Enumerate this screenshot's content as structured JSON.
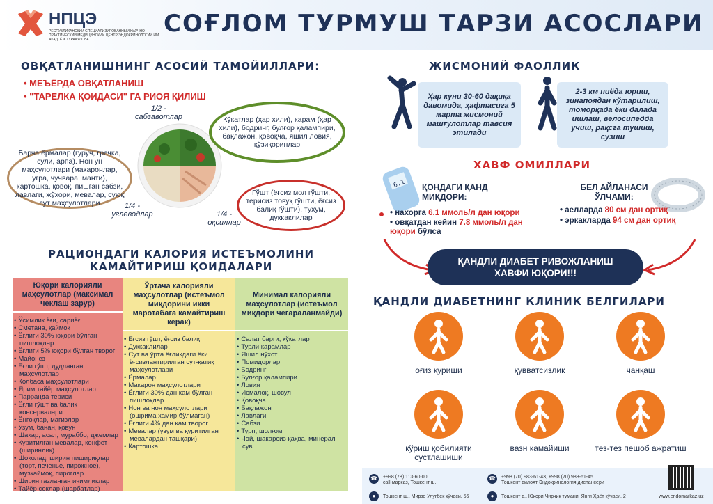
{
  "header": {
    "logo_text": "НПЦЭ",
    "logo_subtitle": "РЕСПУБЛИКАНСКИЙ СПЕЦИАЛИЗИРОВАННЫЙ НАУЧНО-ПРАКТИЧЕСКИЙ МЕДИЦИНСКИЙ ЦЕНТР ЭНДОКРИНОЛОГИИ ИМ. АКАД. Ё.Х.ТУРАКУЛОВА",
    "title": "СОҒЛОМ ТУРМУШ ТАРЗИ АСОСЛАРИ"
  },
  "nutrition": {
    "title": "ОВҚАТЛАНИШНИНГ АСОСИЙ ТАМОЙИЛЛАРИ:",
    "bullets": [
      "МЕЪЁРДА ОВҚАТЛАНИШ",
      "\"ТАРЕЛКА ҚОИДАСИ\" ГА РИОЯ ҚИЛИШ"
    ],
    "half_label": "1/2 - сабзавотлар",
    "quarter_carb_label": "1/4 - углеводлар",
    "quarter_protein_label": "1/4 - оқсиллар",
    "veg_text": "Кўкатлар (ҳар хили), карам (ҳар хили), бодринг, булғор қалампири, бақлажон, қовоқча, яшил ловия, қўзиқоринлар",
    "carb_text": "Барча ёрмалар (гуруч, гречка, сули, арпа). Нон ун маҳсулотлари (макаронлар, угра, чучвара, манти), картошка, қовоқ, пишган сабзи, лавлаги, жўхори, мевалар, суюқ сут маҳсулотлари",
    "protein_text": "Гўшт (ёғсиз мол гўшти, терисиз товуқ гўшти, ёғсиз балиқ гўшти), тухум, дуккаклилар"
  },
  "calories": {
    "title_line1": "РАЦИОНДАГИ КАЛОРИЯ ИСТЕЪМОЛИНИ",
    "title_line2": "КАМАЙТИРИШ ҚОИДАЛАРИ",
    "columns": [
      {
        "header": "Юқори калорияли маҳсулотлар (максимал чеклаш зарур)",
        "color": "#e8857f",
        "items": [
          "Ўсимлик ёғи, сариёғ",
          "Сметана, қаймоқ",
          "Ёғлиги 30% юқори бўлган пишлоқлар",
          "Ёғлиги 5% юқори бўлган творог",
          "Майонез",
          "Ёғли гўшт, дудланган маҳсулотлар",
          "Колбаса маҳсулотлари",
          "Ярим тайёр маҳсулотлар",
          "Парранда териси",
          "Ёғли гўшт ва балиқ консервалари",
          "Ёнғоқлар, магизлар",
          "Узум, банан, қовун",
          "Шакар, асал, мураббо, джемлар",
          "Қуритилган мевалар, конфет (ширинлик)",
          "Шоколад, ширин пишириқлар (торт, печенье, пирожное), музқаймоқ, пироглар",
          "Ширин газланган ичимликлар",
          "Тайёр соклар (шарбатлар)"
        ]
      },
      {
        "header": "Ўртача калорияли маҳсулотлар (истеъмол миқдорини икки маротабага камайтириш керак)",
        "color": "#f6e79a",
        "items": [
          "Ёғсиз гўшт, ёғсиз балиқ",
          "Дуккаклилар",
          "Сут ва ўрта ёғликдаги ёки ёғсизлантирилган сут-қатиқ маҳсулотлари",
          "Ёрмалар",
          "Макарон маҳсулотлари",
          "Ёғлиги 30% дан кам бўлган пишлоқлар",
          "Нон ва нон маҳсулотлари (ошрима хамир бўлмаган)",
          "Ёғлиги 4% дан кам творог",
          "Мевалар (узум ва қуритилган мевалардан ташқари)",
          "Картошка"
        ]
      },
      {
        "header": "Минимал калорияли маҳсулотлар (истеъмол миқдори чегараланмайди)",
        "color": "#cfe3a3",
        "items": [
          "Салат барги, кўкатлар",
          "Турли карамлар",
          "Яшил нўхот",
          "Помидорлар",
          "Бодринг",
          "Булғор қалампири",
          "Ловия",
          "Исмалоқ, шовул",
          "Қовоқча",
          "Бақлажон",
          "Лавлаги",
          "Сабзи",
          "Турп, шолғом",
          "Чой, шакарсиз қаҳва, минерал сув"
        ]
      }
    ]
  },
  "activity": {
    "title": "ЖИСМОНИЙ ФАОЛЛИК",
    "box1": "Ҳар куни 30-60 дақиқа давомида, ҳафтасига 5 марта жисмоний машғулотлар тавсия этилади",
    "box2": "2-3 км пиёда юриш, зинапоядан кўтарилиш, томорқада ёки далада ишлаш, велосипедда учиш, рақсга тушиш, сузиш"
  },
  "risk": {
    "title": "ХАВФ ОМИЛЛАРИ",
    "sugar_title": "ҚОНДАГИ ҚАНД МИҚДОРИ:",
    "sugar_items": [
      {
        "pre": "нахорга ",
        "hl": "6.1 ммоль/л дан юқори",
        "post": ""
      },
      {
        "pre": "овқатдан кейин ",
        "hl": "7.8 ммоль/л дан юқори",
        "post": " бўлса"
      }
    ],
    "waist_title": "БЕЛ АЙЛАНАСИ ЎЛЧАМИ:",
    "waist_items": [
      {
        "pre": "аелларда ",
        "hl": "80 см дан ортиқ"
      },
      {
        "pre": "эркакларда ",
        "hl": "94 см дан ортиқ"
      }
    ],
    "glucometer_display": "6.1",
    "result": "ҚАНДЛИ ДИАБЕТ РИВОЖЛАНИШ ХАВФИ ЮҚОРИ!!!"
  },
  "symptoms": {
    "title": "ҚАНДЛИ ДИАБЕТНИНГ КЛИНИК БЕЛГИЛАРИ",
    "items": [
      "оғиз қуриши",
      "қувватсизлик",
      "чанқаш",
      "кўриш қобилияти сустлашиши",
      "вазн камайиши",
      "тез-тез пешоб ажратиш"
    ],
    "color": "#ee7a22"
  },
  "footer": {
    "phone1": "+998 (78) 113-60-00",
    "phone1_sub": "call-марказ, Тошкент ш.",
    "phone2": "+998 (70) 983-61-43, +998 (70) 983-61-45",
    "phone2_sub": "Тошкент вилоят Эндокринология диспансери",
    "addr1": "Тошкент ш., Мирзо Улуғбек кўчаси, 56",
    "addr2": "Тошкент в., Юқори Чирчиқ тумани, Янги Ҳаёт кўчаси, 2",
    "site": "www.endomarkaz.uz"
  }
}
